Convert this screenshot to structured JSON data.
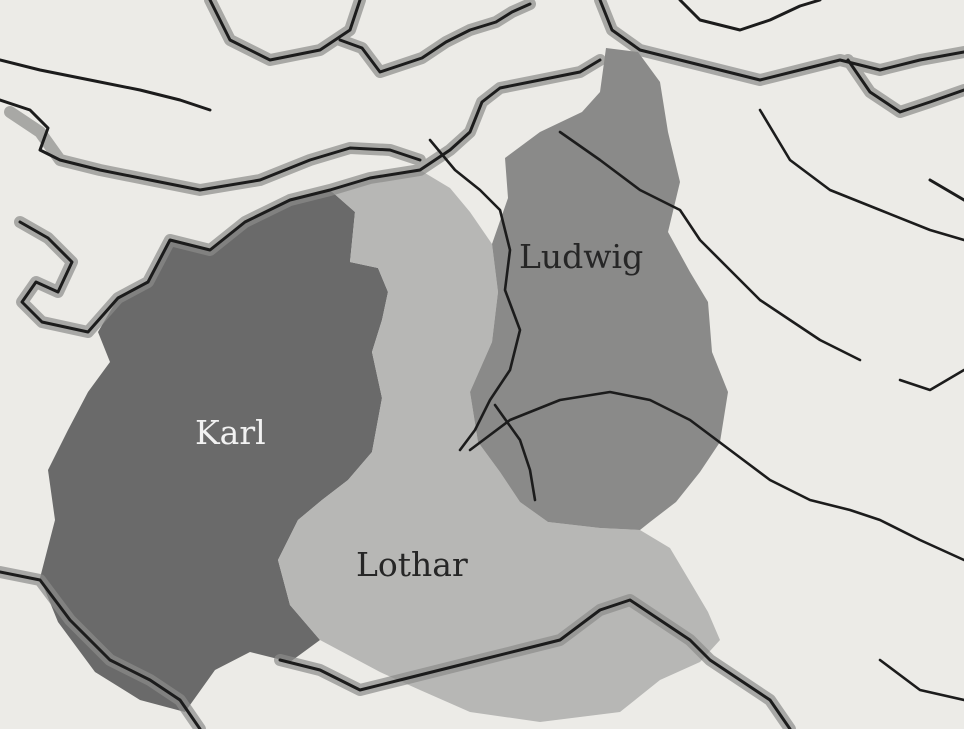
{
  "map": {
    "regions": [
      {
        "id": "karl",
        "label": "Karl",
        "fill": "#6a6a6a",
        "label_color": "#f2f2f2"
      },
      {
        "id": "lothar",
        "label": "Lothar",
        "fill": "#b7b7b5",
        "label_color": "#262626"
      },
      {
        "id": "ludwig",
        "label": "Ludwig",
        "fill": "#8a8a89",
        "label_color": "#262626"
      }
    ],
    "colors": {
      "background": "#ecebe7",
      "coast_shadow": "#8c8c8a",
      "lines": "#1c1c1c"
    }
  }
}
